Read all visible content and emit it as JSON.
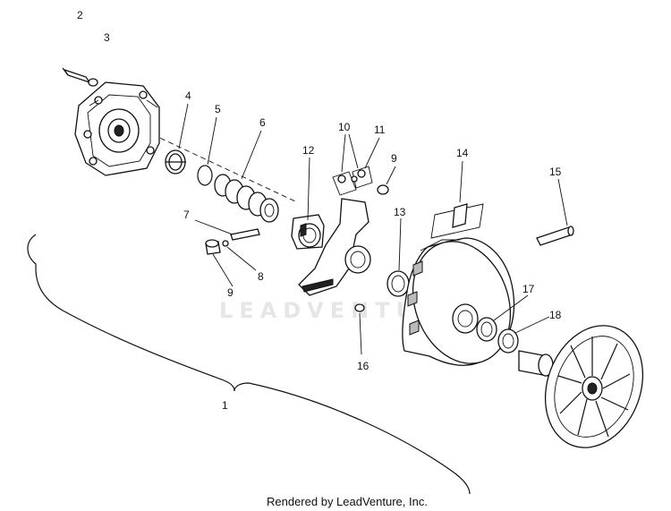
{
  "diagram": {
    "watermark": "LEADVENTURE",
    "credit": "Rendered by LeadVenture, Inc.",
    "callouts": {
      "c1": "1",
      "c2": "2",
      "c3": "3",
      "c4": "4",
      "c5": "5",
      "c6": "6",
      "c7": "7",
      "c8": "8",
      "c9a": "9",
      "c9b": "9",
      "c10": "10",
      "c11": "11",
      "c12": "12",
      "c13": "13",
      "c14": "14",
      "c15": "15",
      "c16": "16",
      "c17": "17",
      "c18": "18"
    }
  }
}
